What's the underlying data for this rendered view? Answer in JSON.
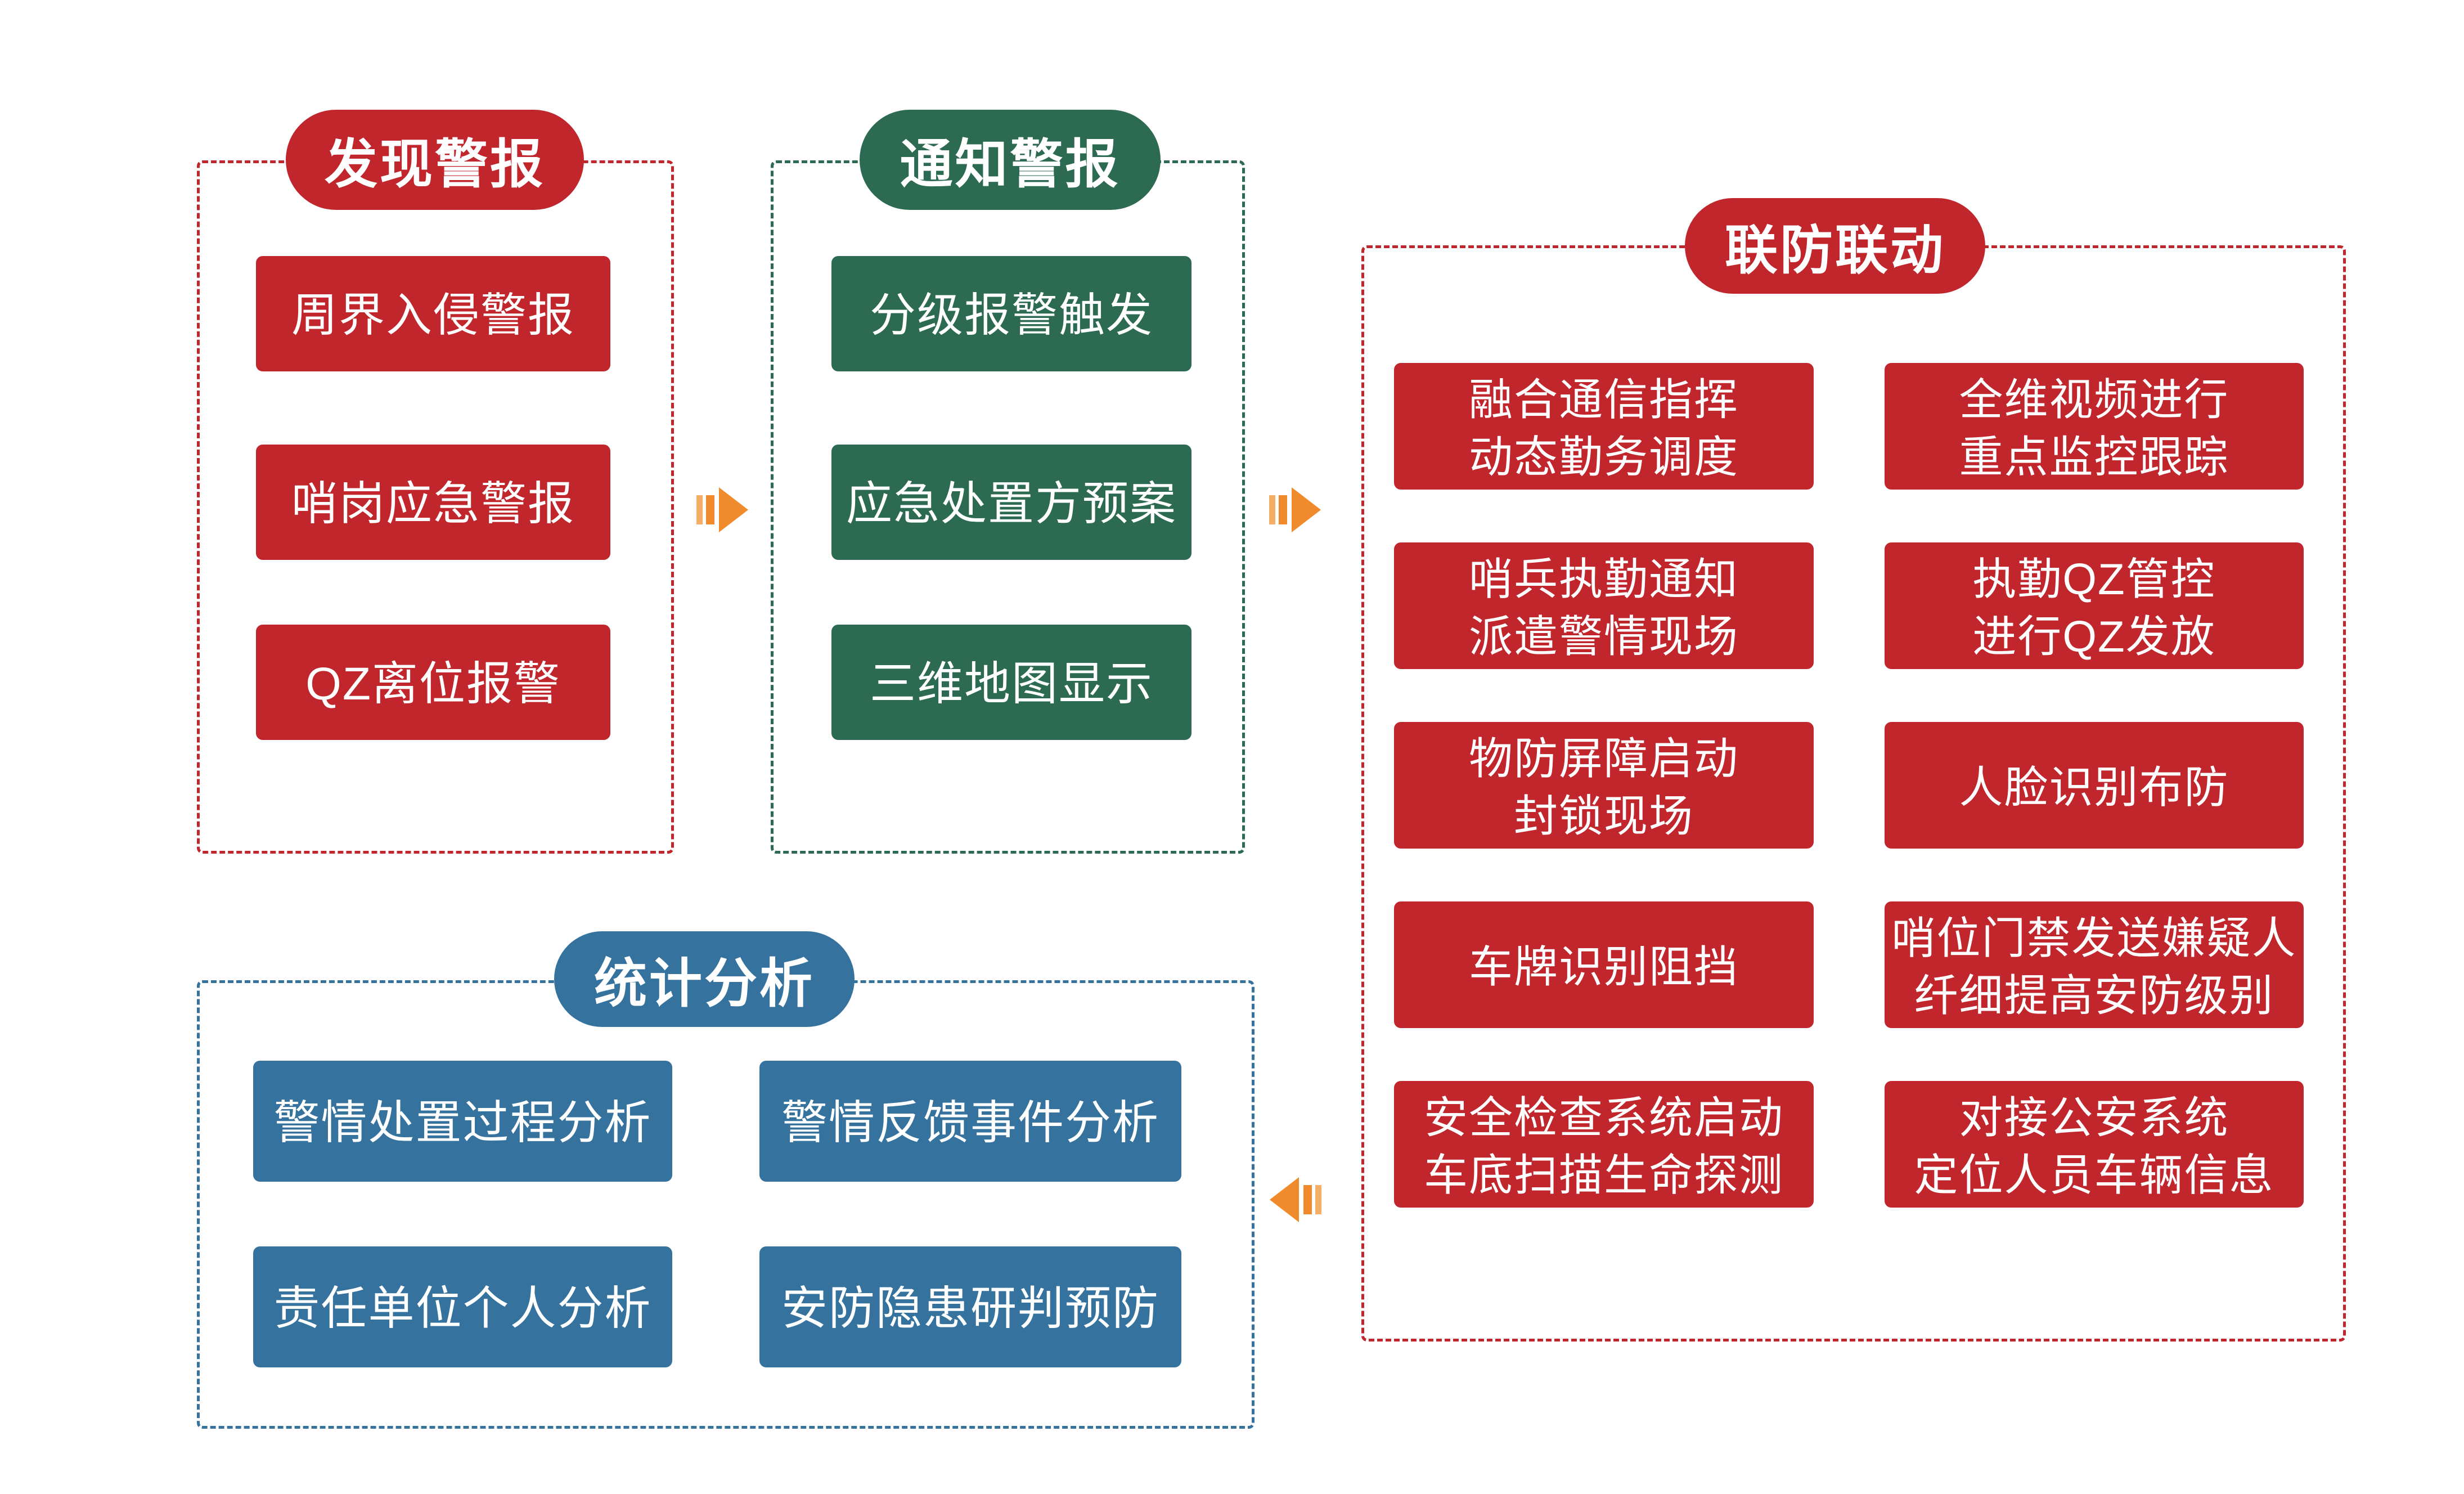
{
  "page": {
    "background": "#ffffff"
  },
  "colors": {
    "red": "#C1262D",
    "green": "#2D6A52",
    "blue": "#35739E",
    "orange": "#EF8B2C"
  },
  "groups": [
    {
      "title": "发现警报",
      "color": "#C1262D",
      "items": [
        "周界入侵警报",
        "哨岗应急警报",
        "QZ离位报警"
      ]
    },
    {
      "title": "通知警报",
      "color": "#2D6A52",
      "items": [
        "分级报警触发",
        "应急处置方预案",
        "三维地图显示"
      ]
    },
    {
      "title": "联防联动",
      "color": "#C1262D",
      "items_left": [
        "融合通信指挥\n动态勤务调度",
        "哨兵执勤通知\n派遣警情现场",
        "物防屏障启动\n封锁现场",
        "车牌识别阻挡",
        "安全检查系统启动\n车底扫描生命探测"
      ],
      "items_right": [
        "全维视频进行\n重点监控跟踪",
        "执勤QZ管控\n进行QZ发放",
        "人脸识别布防",
        "哨位门禁发送嫌疑人\n纤细提高安防级别",
        "对接公安系统\n定位人员车辆信息"
      ]
    },
    {
      "title": "统计分析",
      "color": "#35739E",
      "items_left": [
        "警情处置过程分析",
        "责任单位个人分析"
      ],
      "items_right": [
        "警情反馈事件分析",
        "安防隐患研判预防"
      ]
    }
  ],
  "arrows": [
    {
      "name": "flow-arrow-1",
      "direction": "right"
    },
    {
      "name": "flow-arrow-2",
      "direction": "right"
    },
    {
      "name": "flow-arrow-3",
      "direction": "left"
    }
  ]
}
